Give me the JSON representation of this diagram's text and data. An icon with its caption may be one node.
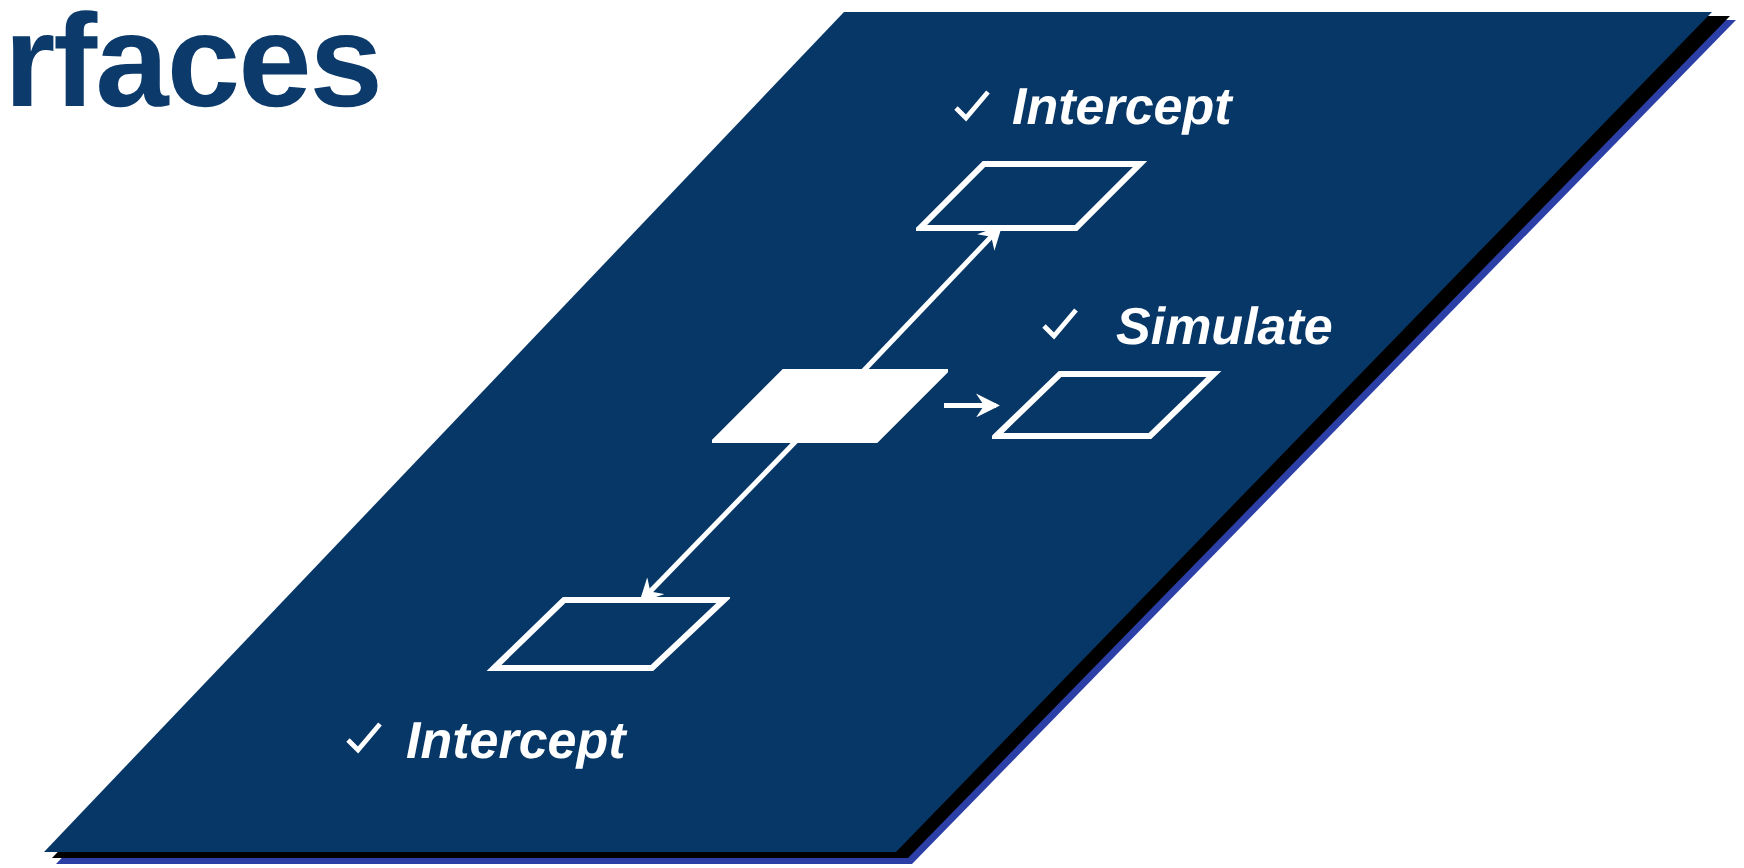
{
  "diagram": {
    "title": "rfaces",
    "nodes": [
      {
        "text": [],
        "shape": "box"
      },
      {
        "text": [
          "Intercept"
        ],
        "in": 0
      },
      {
        "text": [],
        "shape": "box",
        "in": 0
      },
      {
        "text": [
          "Simulate"
        ],
        "in": 0
      },
      {
        "text": [
          "Intercept"
        ],
        "in": 0
      }
    ],
    "edges": [
      {
        "from": 2,
        "to": 1,
        "arrow": "to"
      },
      {
        "from": 2,
        "to": 3,
        "arrow": "to"
      },
      {
        "from": 2,
        "to": 4,
        "arrow": "to"
      }
    ]
  }
}
